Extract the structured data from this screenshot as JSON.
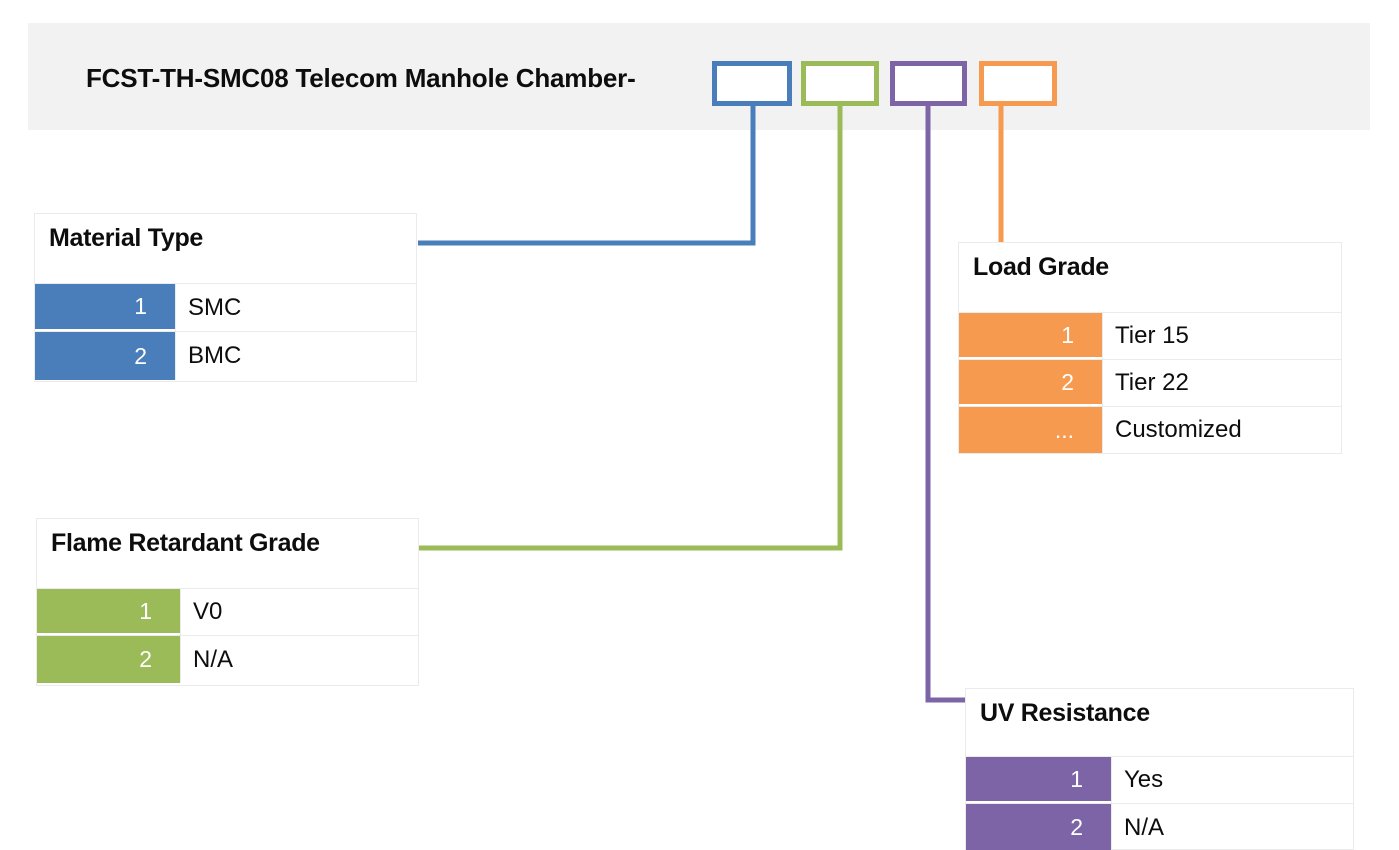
{
  "header": {
    "title": "FCST-TH-SMC08 Telecom Manhole Chamber-",
    "background": "#f2f2f2"
  },
  "code_boxes": [
    {
      "name": "material-type",
      "color": "#4A7EBB",
      "value": ""
    },
    {
      "name": "flame-retardant-grade",
      "color": "#9BBB59",
      "value": ""
    },
    {
      "name": "uv-resistance",
      "color": "#7D64A6",
      "value": ""
    },
    {
      "name": "load-grade",
      "color": "#F59A4E",
      "value": ""
    }
  ],
  "tables": [
    {
      "id": "material-type",
      "title": "Material Type",
      "color": "#4A7EBB",
      "rows": [
        {
          "code": "1",
          "value": "SMC"
        },
        {
          "code": "2",
          "value": "BMC"
        }
      ]
    },
    {
      "id": "flame-retardant-grade",
      "title": "Flame Retardant Grade",
      "color": "#9BBB59",
      "rows": [
        {
          "code": "1",
          "value": "V0"
        },
        {
          "code": "2",
          "value": "N/A"
        }
      ]
    },
    {
      "id": "load-grade",
      "title": "Load Grade",
      "color": "#F59A4E",
      "rows": [
        {
          "code": "1",
          "value": "Tier 15"
        },
        {
          "code": "2",
          "value": "Tier 22"
        },
        {
          "code": "...",
          "value": "Customized"
        }
      ]
    },
    {
      "id": "uv-resistance",
      "title": "UV Resistance",
      "color": "#7D64A6",
      "rows": [
        {
          "code": "1",
          "value": "Yes"
        },
        {
          "code": "2",
          "value": "N/A"
        }
      ]
    }
  ]
}
